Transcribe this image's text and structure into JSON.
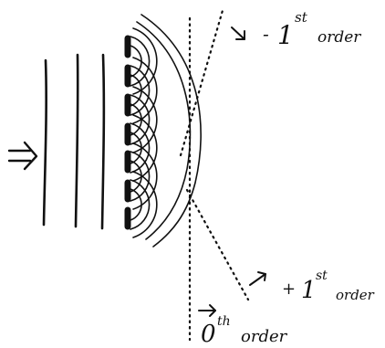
{
  "labels": {
    "minus_first": {
      "sign": "-",
      "number": "1",
      "suffix": "st",
      "word": "order"
    },
    "plus_first": {
      "sign": "+",
      "number": "1",
      "suffix": "st",
      "word": "order"
    },
    "zeroth": {
      "number": "0",
      "suffix": "th",
      "word": "order"
    }
  }
}
